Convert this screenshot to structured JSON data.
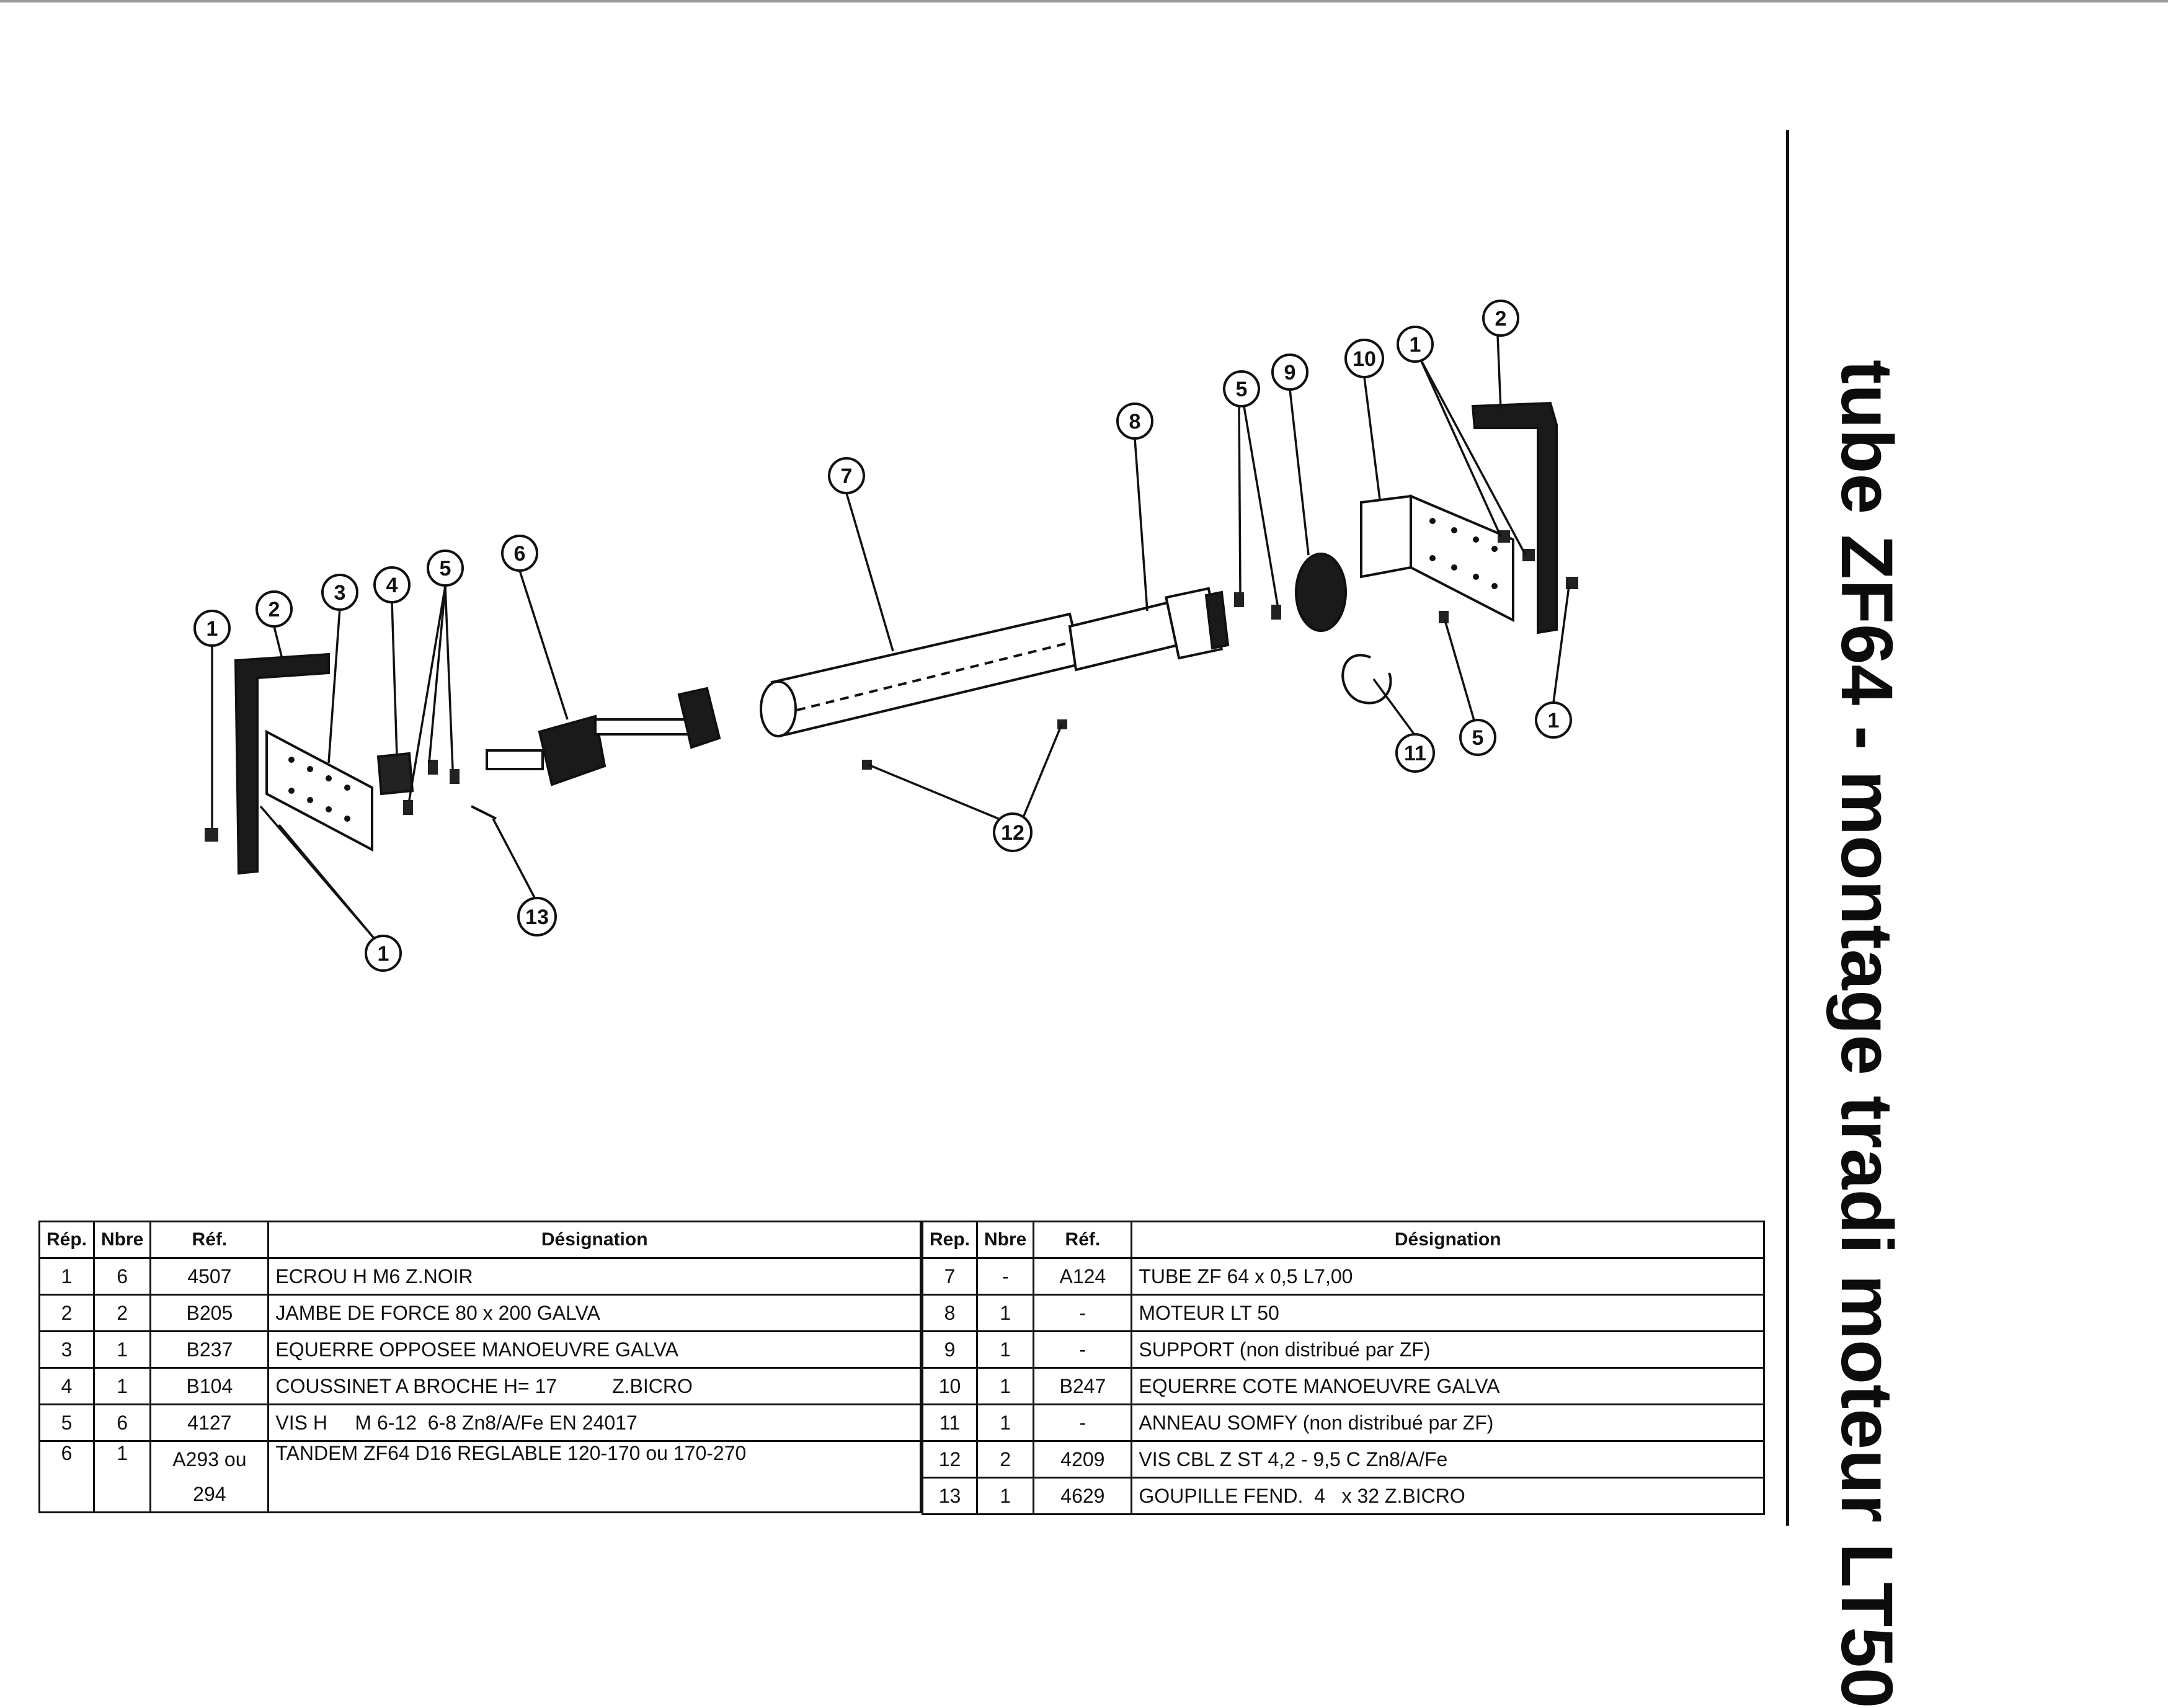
{
  "title": "tube ZF64 - montage tradi moteur LT50",
  "callouts": [
    "1",
    "2",
    "3",
    "4",
    "5",
    "6",
    "7",
    "8",
    "9",
    "10",
    "11",
    "12",
    "13"
  ],
  "table_left": {
    "headers": [
      "Rép.",
      "Nbre",
      "Réf.",
      "Désignation"
    ],
    "rows": [
      {
        "rep": "1",
        "nbre": "6",
        "ref": "4507",
        "designation": "ECROU H M6 Z.NOIR"
      },
      {
        "rep": "2",
        "nbre": "2",
        "ref": "B205",
        "designation": "JAMBE DE FORCE  80 x 200 GALVA"
      },
      {
        "rep": "3",
        "nbre": "1",
        "ref": "B237",
        "designation": "EQUERRE OPPOSEE MANOEUVRE GALVA"
      },
      {
        "rep": "4",
        "nbre": "1",
        "ref": "B104",
        "designation": "COUSSINET A BROCHE H= 17          Z.BICRO"
      },
      {
        "rep": "5",
        "nbre": "6",
        "ref": "4127",
        "designation": "VIS H     M 6-12  6-8 Zn8/A/Fe EN 24017"
      },
      {
        "rep": "6",
        "nbre": "1",
        "ref": "A293 ou",
        "ref2": "294",
        "designation": "TANDEM ZF64 D16 REGLABLE 120-170 ou 170-270"
      }
    ]
  },
  "table_right": {
    "headers": [
      "Rep.",
      "Nbre",
      "Réf.",
      "Désignation"
    ],
    "rows": [
      {
        "rep": "7",
        "nbre": "-",
        "ref": "A124",
        "designation": "TUBE ZF 64 x 0,5 L7,00"
      },
      {
        "rep": "8",
        "nbre": "1",
        "ref": "-",
        "designation": "MOTEUR LT 50"
      },
      {
        "rep": "9",
        "nbre": "1",
        "ref": "-",
        "designation": "SUPPORT (non distribué par ZF)"
      },
      {
        "rep": "10",
        "nbre": "1",
        "ref": "B247",
        "designation": "EQUERRE COTE MANOEUVRE GALVA"
      },
      {
        "rep": "11",
        "nbre": "1",
        "ref": "-",
        "designation": "ANNEAU SOMFY (non distribué par ZF)"
      },
      {
        "rep": "12",
        "nbre": "2",
        "ref": "4209",
        "designation": "VIS CBL Z ST 4,2 - 9,5 C Zn8/A/Fe"
      },
      {
        "rep": "13",
        "nbre": "1",
        "ref": "4629",
        "designation": "GOUPILLE FEND.  4   x 32 Z.BICRO"
      }
    ]
  }
}
